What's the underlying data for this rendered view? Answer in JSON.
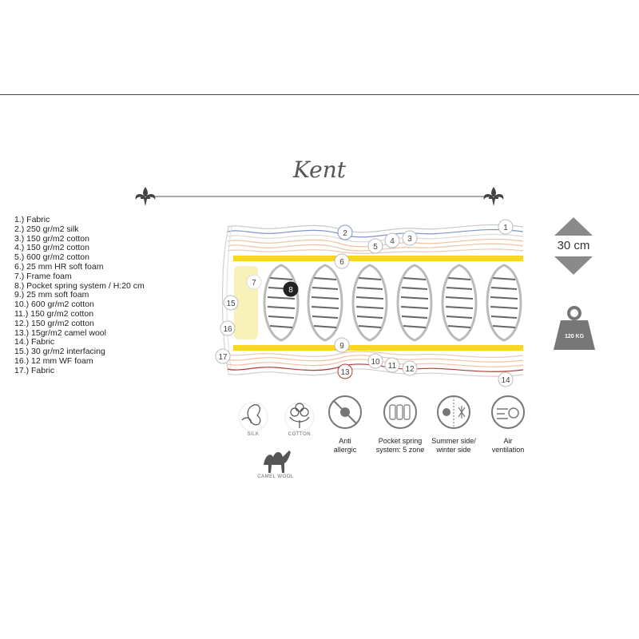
{
  "title": "Kent",
  "layers": [
    "1.) Fabric",
    "2.) 250 gr/m2 silk",
    "3.) 150 gr/m2 cotton",
    "4.) 150 gr/m2 cotton",
    "5.) 600 gr/m2 cotton",
    "6.) 25 mm HR soft foam",
    "7.) Frame foam",
    "8.) Pocket spring system / H:20 cm",
    "9.) 25 mm soft foam",
    "10.) 600 gr/m2 cotton",
    "11.) 150 gr/m2 cotton",
    "12.) 150 gr/m2 cotton",
    "13.) 15gr/m2 camel wool",
    "14.) Fabric",
    "15.) 30 gr/m2 interfacing",
    "16.) 12 mm WF foam",
    "17.) Fabric"
  ],
  "callouts": [
    "1",
    "2",
    "3",
    "4",
    "5",
    "6",
    "7",
    "8",
    "9",
    "10",
    "11",
    "12",
    "13",
    "14",
    "15",
    "16",
    "17"
  ],
  "height": "30 cm",
  "weight": "120 KG",
  "materials": {
    "silk": "SILK",
    "cotton": "COTTON",
    "camel": "CAMEL WOOL"
  },
  "features": [
    {
      "line1": "Anti",
      "line2": "allergic"
    },
    {
      "line1": "Pocket spring",
      "line2": "system: 5 zone"
    },
    {
      "line1": "Summer side/",
      "line2": "winter side"
    },
    {
      "line1": "Air",
      "line2": "ventilation"
    }
  ],
  "colors": {
    "foam_yellow": "#f7d81c",
    "frame_foam": "#f8f2b8",
    "silk_blue": "#7f95c7",
    "camel_red": "#b23a3a",
    "cotton_peach": "#f2c2a2"
  }
}
